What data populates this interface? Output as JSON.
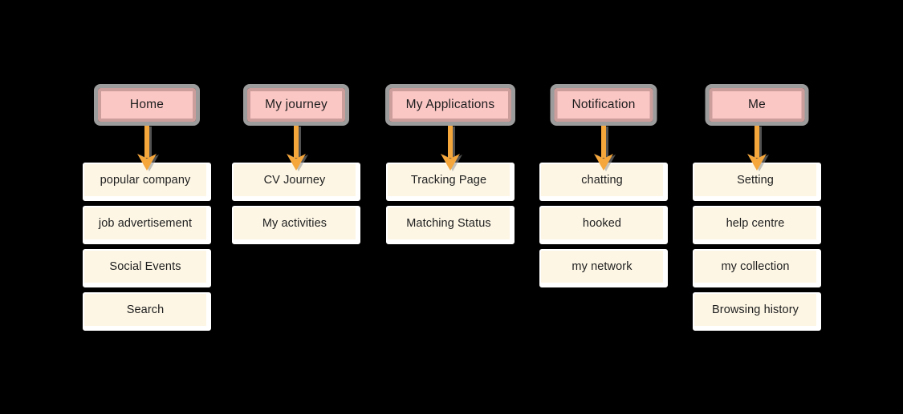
{
  "palette": {
    "background": "#000000",
    "tab_fill": "#fbc7c5",
    "tab_border": "#cb9d9b",
    "tab_outline": "#9c9c9c",
    "arrow": "#f6a73c",
    "item_fill": "#fdf6e5",
    "item_outline": "#ffffff",
    "text": "#1e1e1e"
  },
  "diagram": {
    "tabs": [
      {
        "label": "Home",
        "items": [
          "popular company",
          "job advertisement",
          "Social Events",
          "Search"
        ]
      },
      {
        "label": "My journey",
        "items": [
          "CV Journey",
          "My activities"
        ]
      },
      {
        "label": "My Applications",
        "items": [
          "Tracking Page",
          "Matching Status"
        ]
      },
      {
        "label": "Notification",
        "items": [
          "chatting",
          "hooked",
          "my network"
        ]
      },
      {
        "label": "Me",
        "items": [
          "Setting",
          "help centre",
          "my collection",
          "Browsing history"
        ]
      }
    ]
  }
}
